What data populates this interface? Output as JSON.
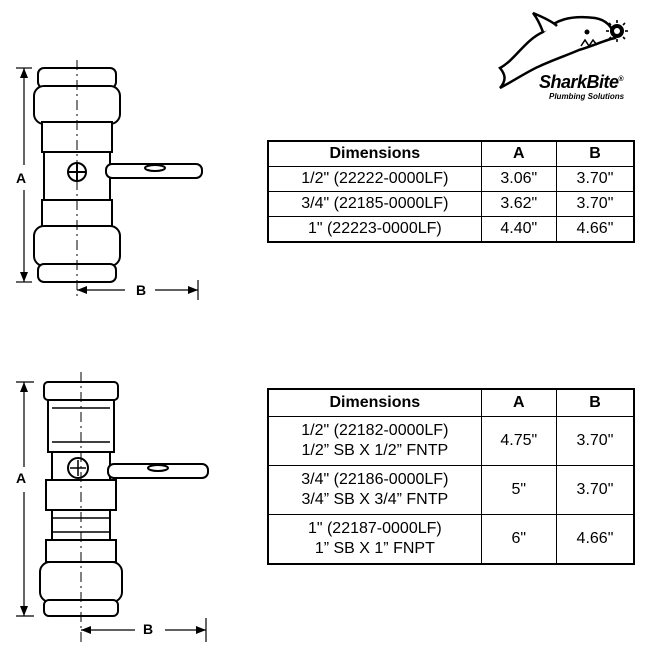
{
  "brand": {
    "name": "SharkBite",
    "registered": "®",
    "tagline": "Plumbing Solutions"
  },
  "drawing_top": {
    "label_a": "A",
    "label_b": "B"
  },
  "drawing_bottom": {
    "label_a": "A",
    "label_b": "B"
  },
  "table_top": {
    "headers": [
      "Dimensions",
      "A",
      "B"
    ],
    "rows": [
      {
        "dimension": "1/2\" (22222-0000LF)",
        "a": "3.06\"",
        "b": "3.70\""
      },
      {
        "dimension": "3/4\" (22185-0000LF)",
        "a": "3.62\"",
        "b": "3.70\""
      },
      {
        "dimension": "1\" (22223-0000LF)",
        "a": "4.40\"",
        "b": "4.66\""
      }
    ]
  },
  "table_bottom": {
    "headers": [
      "Dimensions",
      "A",
      "B"
    ],
    "rows": [
      {
        "dimension": "1/2\" (22182-0000LF)",
        "dimension_line2": "1/2” SB X 1/2” FNTP",
        "a": "4.75\"",
        "b": "3.70\""
      },
      {
        "dimension": "3/4\" (22186-0000LF)",
        "dimension_line2": "3/4” SB X 3/4” FNTP",
        "a": "5\"",
        "b": "3.70\""
      },
      {
        "dimension": "1\" (22187-0000LF)",
        "dimension_line2": "1” SB X 1” FNPT",
        "a": "6\"",
        "b": "4.66\""
      }
    ]
  }
}
